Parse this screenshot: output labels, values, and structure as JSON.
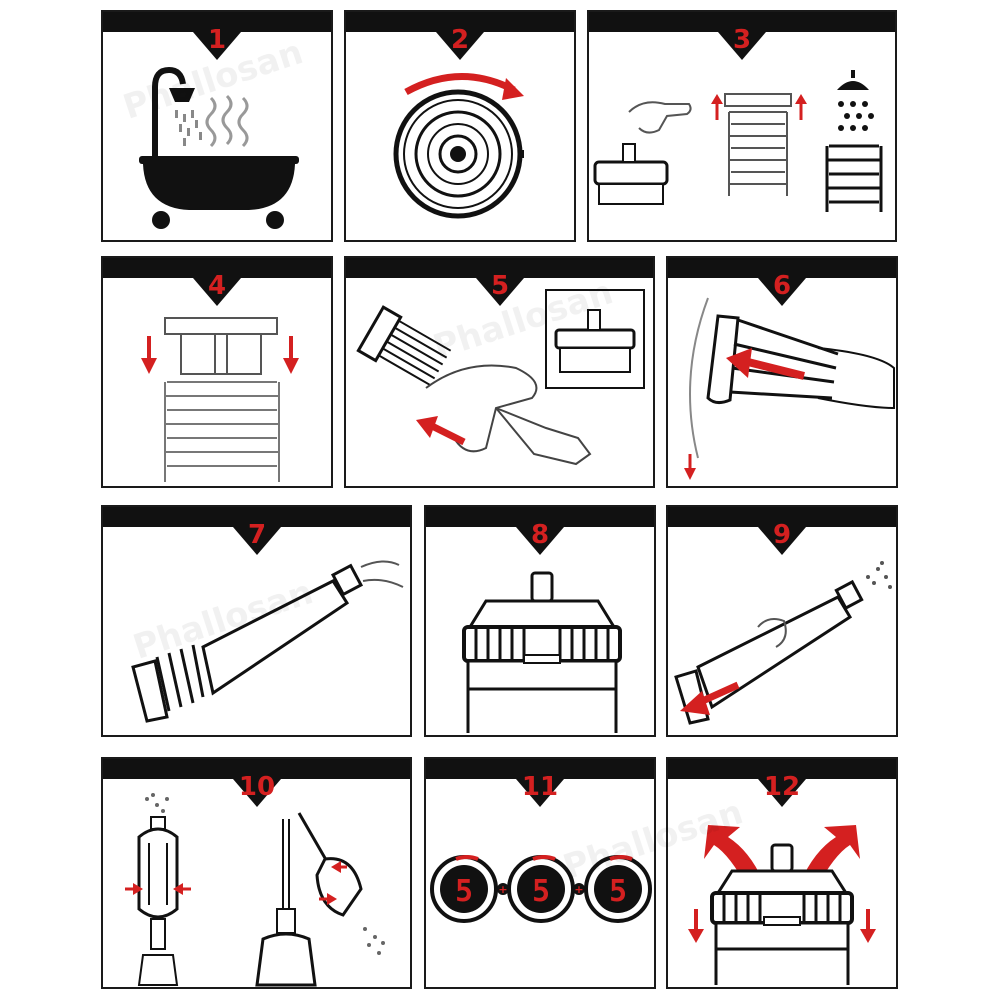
{
  "steps": [
    {
      "number": "1",
      "icon": "bathtub-shower-icon"
    },
    {
      "number": "2",
      "icon": "rotate-valve-icon"
    },
    {
      "number": "3",
      "icon": "remove-gaiter-rinse-icon"
    },
    {
      "number": "4",
      "icon": "refit-gaiter-icon"
    },
    {
      "number": "5",
      "icon": "insert-into-cylinder-icon"
    },
    {
      "number": "6",
      "icon": "position-device-icon"
    },
    {
      "number": "7",
      "icon": "hold-cylinder-icon"
    },
    {
      "number": "8",
      "icon": "valve-cap-icon"
    },
    {
      "number": "9",
      "icon": "release-water-icon"
    },
    {
      "number": "10",
      "icon": "pump-bulb-icon"
    },
    {
      "number": "11",
      "icon": "timer-5-icon"
    },
    {
      "number": "12",
      "icon": "remove-cap-icon"
    }
  ],
  "timers": [
    "5",
    "5",
    "5"
  ],
  "watermark": "Phallosan",
  "colors": {
    "accent": "#d42020",
    "banner": "#111111",
    "line": "#1a1a1a"
  }
}
